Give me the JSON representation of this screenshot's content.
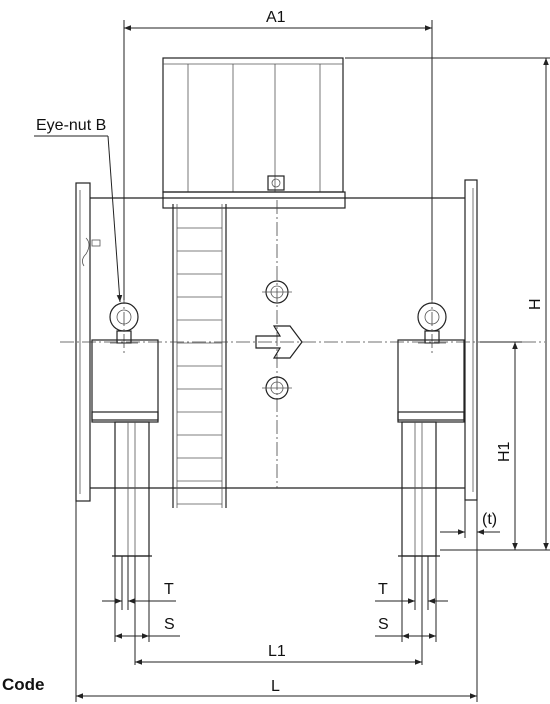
{
  "labels": {
    "a1": "A1",
    "eye_nut": "Eye-nut B",
    "h": "H",
    "h1": "H1",
    "t_small": "(t)",
    "t_left": "T",
    "s_left": "S",
    "t_right": "T",
    "s_right": "S",
    "l1": "L1",
    "l": "L",
    "code": "Code"
  }
}
